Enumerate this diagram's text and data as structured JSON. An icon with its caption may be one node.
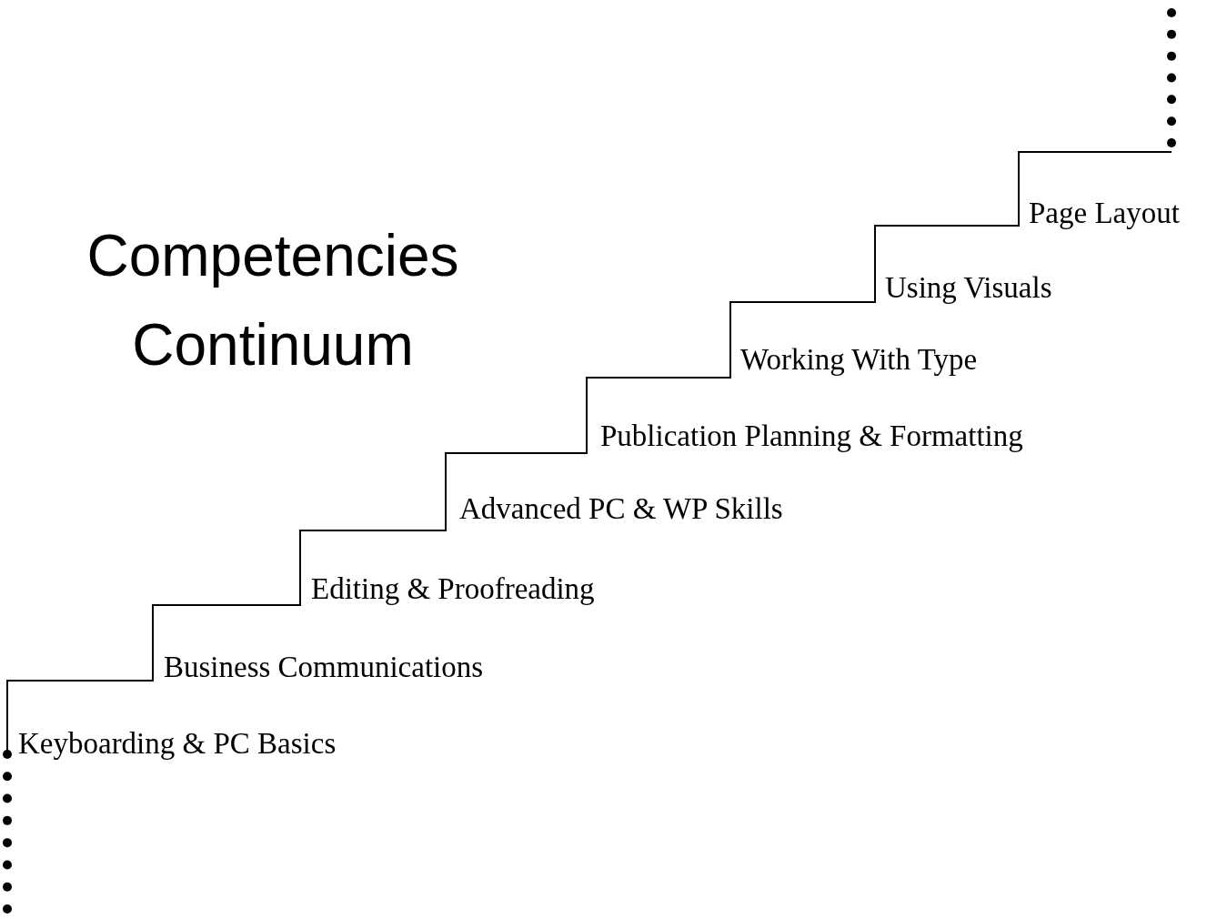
{
  "diagram": {
    "title": "Competencies Continuum",
    "labels": [
      "Page Layout",
      "Using Visuals",
      "Working With Type",
      "Publication Planning & Formatting",
      "Advanced PC & WP Skills",
      "Editing & Proofreading",
      "Business Communications",
      "Keyboarding & PC Basics"
    ]
  }
}
